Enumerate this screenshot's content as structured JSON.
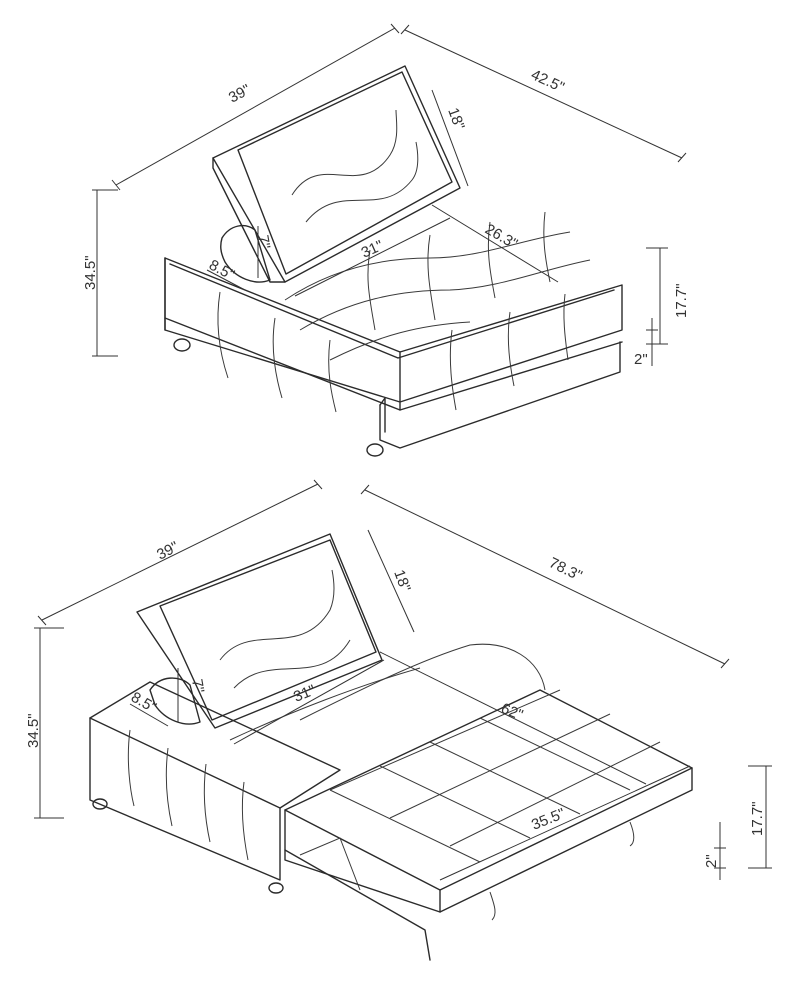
{
  "top_view": {
    "dim_width": "39\"",
    "dim_depth": "42.5\"",
    "dim_height": "34.5\"",
    "dim_back_height": "18\"",
    "dim_pillow_height": "7\"",
    "dim_pillow_depth": "8.5\"",
    "dim_seat_width": "31\"",
    "dim_seat_depth": "26.3\"",
    "dim_seat_height": "17.7\"",
    "dim_leg_height": "2\""
  },
  "bottom_view": {
    "dim_width": "39\"",
    "dim_length": "78.3\"",
    "dim_height": "34.5\"",
    "dim_back_height": "18\"",
    "dim_pillow_height": "7\"",
    "dim_pillow_depth": "8.5\"",
    "dim_seat_width": "31\"",
    "dim_bed_length": "62\"",
    "dim_bed_width": "35.5\"",
    "dim_seat_height": "17.7\"",
    "dim_leg_height": "2\""
  }
}
